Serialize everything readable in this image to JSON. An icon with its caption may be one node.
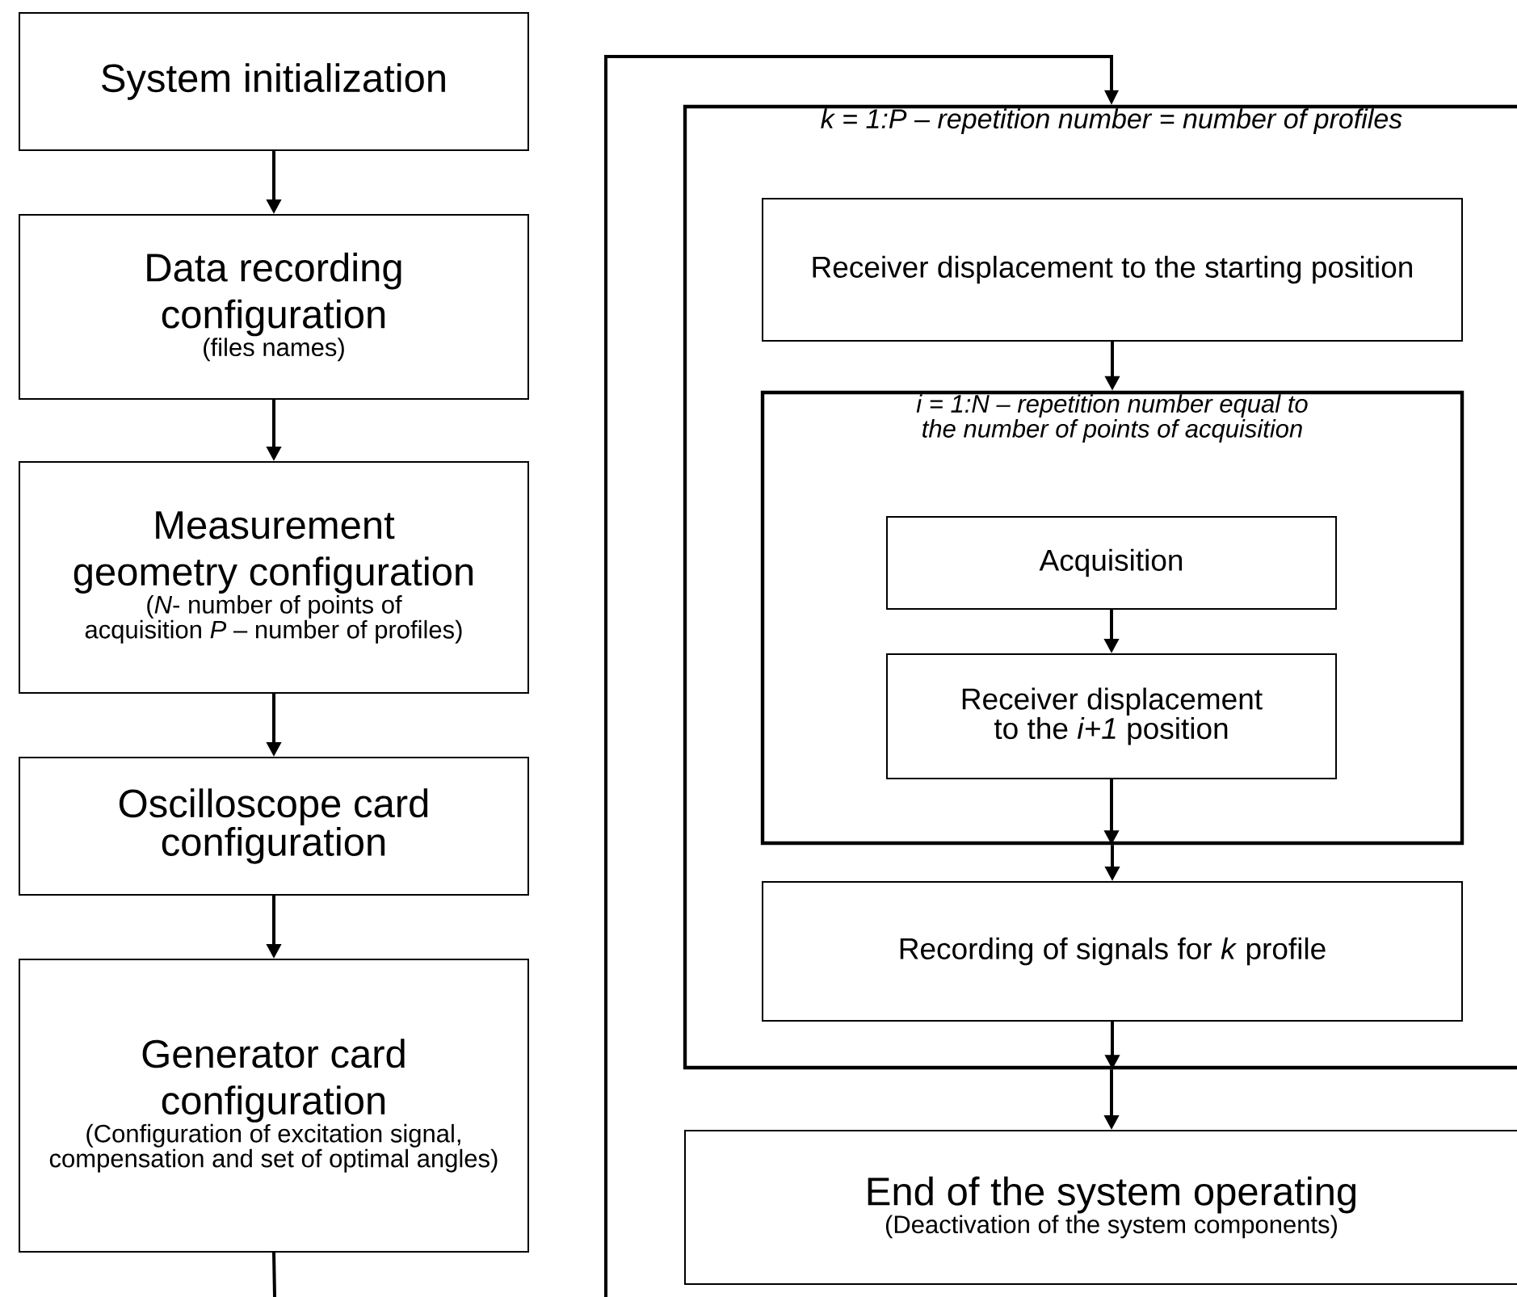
{
  "diagram": {
    "nodes": [
      {
        "text": [
          "System initialization"
        ]
      },
      {
        "text": [
          "Data recording configuration",
          "(files names)"
        ]
      },
      {
        "text": [
          "Measurement geometry configuration",
          "(*N*- number of points of acquisition *P* – number of profiles)"
        ]
      },
      {
        "text": [
          "Oscilloscope card configuration"
        ]
      },
      {
        "text": [
          "Generator card configuration",
          "(Configuration of excitation signal, compensation and set of optimal angles)"
        ]
      },
      {
        "text": [
          "k = 1:P – repetition number = number of profiles"
        ]
      },
      {
        "text": [
          "Receiver displacement to the starting position"
        ],
        "in": 5
      },
      {
        "text": [
          "i = 1:N – repetition number equal to the number of points of acquisition"
        ],
        "in": 5
      },
      {
        "text": [
          "Acquisition"
        ],
        "in": 7
      },
      {
        "text": [
          "Receiver displacement to the *i+1* position"
        ],
        "in": 7
      },
      {
        "text": [
          "Recording of signals for *k* profile"
        ],
        "in": 5
      },
      {
        "text": [
          "End of the system operating",
          "(Deactivation of the system components)"
        ]
      }
    ],
    "edges": [
      {
        "from": 0,
        "to": 1,
        "arrow": "to"
      },
      {
        "from": 1,
        "to": 2,
        "arrow": "to"
      },
      {
        "from": 2,
        "to": 3,
        "arrow": "to"
      },
      {
        "from": 3,
        "to": 4,
        "arrow": "to"
      },
      {
        "from": 4,
        "to": null,
        "arrow": "none"
      },
      {
        "from": null,
        "to": 5,
        "arrow": "to"
      },
      {
        "from": 6,
        "to": 7,
        "arrow": "to"
      },
      {
        "from": 8,
        "to": 9,
        "arrow": "to"
      },
      {
        "from": 9,
        "to": 7,
        "arrow": "to"
      },
      {
        "from": 7,
        "to": 10,
        "arrow": "to"
      },
      {
        "from": 10,
        "to": 5,
        "arrow": "to"
      },
      {
        "from": 5,
        "to": 11,
        "arrow": "to"
      }
    ]
  }
}
